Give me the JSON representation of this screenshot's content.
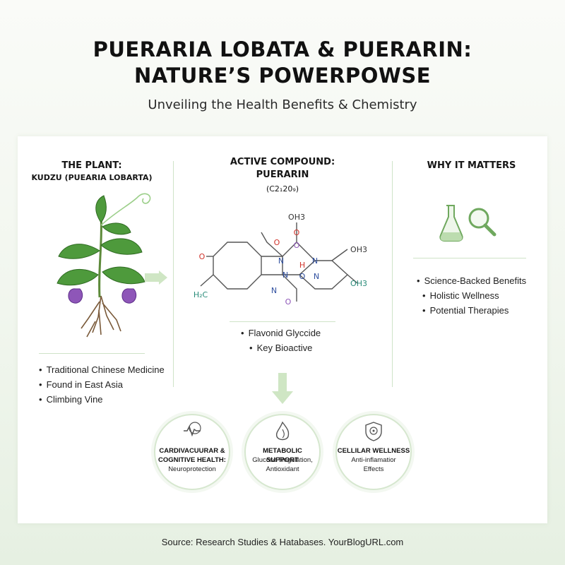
{
  "title": {
    "line1": "PUERARIA LOBATA & PUERARIN:",
    "line2": "NATURE’S POWERPOWSE",
    "subtitle": "Unveiling the Health Benefits & Chemistry"
  },
  "plant": {
    "heading": "THE PLANT:",
    "subheading": "KUDZU (PUEARIA LOBARTA)",
    "bullets": [
      "Traditional Chinese Medicine",
      "Found in East Asia",
      "Climbing Vine"
    ]
  },
  "compound": {
    "heading_line1": "ACTIVE COMPOUND:",
    "heading_line2": "PUERARIN",
    "formula": "(C2₁20₉)",
    "bullets": [
      "Flavonid Glyccide",
      "Key Bioactive"
    ],
    "atoms": {
      "oh3_top": "OH3",
      "o1": "O",
      "o2": "O",
      "o3": "O",
      "o4": "O",
      "o5": "O",
      "n1": "N",
      "n2": "N",
      "n3": "N",
      "n4": "N",
      "n5": "N",
      "h_top": "H",
      "h_bottom": "H",
      "oh3_right_top": "OH3",
      "oh3_right_bottom": "OH3",
      "o_left": "O",
      "h2c": "H₂C"
    }
  },
  "matters": {
    "heading": "WHY IT MATTERS",
    "bullets": [
      "Science-Backed Benefits",
      "Holistic Wellness",
      "Potential Therapies"
    ]
  },
  "benefits": [
    {
      "title_line1": "CARDIVACUURAR &",
      "title_line2": "COGNITIVE HEALTH:",
      "desc_line1": "Neuroprotection",
      "desc_line2": "",
      "icon": "heart-brain-icon"
    },
    {
      "title_line1": "METABOLIC SUPPORT",
      "title_line2": "",
      "desc_line1": "Glucose Regulation,",
      "desc_line2": "Antioxidant",
      "icon": "flame-leaf-icon"
    },
    {
      "title_line1": "CELLILAR WELLNESS",
      "title_line2": "",
      "desc_line1": "Anti-inflamatior",
      "desc_line2": "Effects",
      "icon": "cell-shield-icon"
    }
  ],
  "source": "Source: Research Studies & Hatabases. YourBlogURL.com",
  "colors": {
    "accent_green": "#6fa85e",
    "divider": "#cfe3c8",
    "flower_purple": "#8e56b8",
    "atom_blue": "#2f4f9f",
    "atom_red": "#d0342c",
    "atom_teal": "#2a8c7a"
  }
}
